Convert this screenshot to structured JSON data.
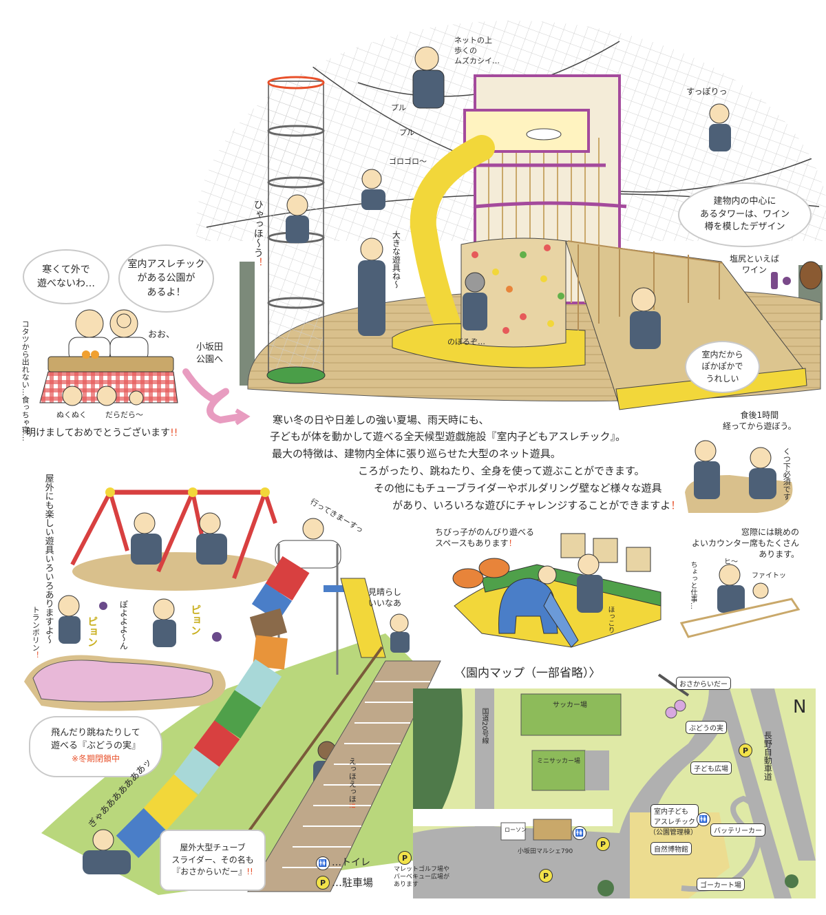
{
  "intro": {
    "bubble_left": "寒くて外で\n遊べないわ…",
    "bubble_right": "室内アスレチック\nがある公園が\nあるよ！",
    "kotatsu_side": "コタツから出れない…食っちゃ寝…",
    "dad_reaction": "おお、",
    "nukunuku": "ぬくぬく",
    "daradara": "だらだら〜",
    "new_year": "明けましておめでとうございます",
    "new_year_mark": "!!",
    "to_park": "小坂田\n公園へ"
  },
  "indoor": {
    "net_walk": "ネットの上\n歩くの\nムズカシイ…",
    "puru1": "プル",
    "puru2": "プル",
    "suppori": "すっぽりっ",
    "gorogoro": "ゴロゴロ〜",
    "hyahho": "ひゃっほ〜う",
    "hyahho_mark": "！",
    "big_equipment": "大きな遊具ね〜",
    "noboru": "のぼるぞ…",
    "tower_bubble": "建物内の中心に\nあるタワーは、ワイン\n樽を模したデザイン",
    "shiojiri": "塩尻といえば\nワイン",
    "warm_bubble": "室内だから\nぽかぽかで\nうれしい"
  },
  "description": {
    "lines": [
      "寒い冬の日や日差しの強い夏場、雨天時にも、",
      "子どもが体を動かして遊べる全天候型遊戯施設『室内子どもアスレチック』。",
      "最大の特徴は、建物内全体に張り巡らせた大型のネット遊具。",
      "ころがったり、跳ねたり、全身を使って遊ぶことができます。",
      "その他にもチューブライダーやボルダリング壁など様々な遊具",
      "があり、いろいろな遊びにチャレンジすることができますよ"
    ],
    "end_mark": "！"
  },
  "side": {
    "after_meal": "食後1時間\n経ってから遊ぼう。",
    "socks": "くつ下必須です",
    "counter": "窓際には眺めの\nよいカウンター席もたくさん\nあります。",
    "fight": "ファイトッ",
    "hee": "ヒ〜",
    "work": "ちょっと仕事…",
    "kids_space": "ちびっ子がのんびり遊べる\nスペースもあります",
    "kids_space_mark": "！",
    "hokkori": "ほっこり"
  },
  "outdoor": {
    "outdoor_fun": "屋外にも楽しい遊具いろいろありますよ〜",
    "ittekimasu": "行ってきまーすっ",
    "view": "見晴らし\nいいなあ",
    "trampoline": "トランポリン",
    "trampoline_mark": "！",
    "pyon1": "ピョン",
    "poyoyo": "ぽよよよ〜ん",
    "pyon2": "ピョン",
    "budou_bubble": "飛んだり跳ねたりして\n遊べる『ぶどうの実』",
    "budou_note": "※冬期閉鎖中",
    "scream": "ぎゃあああああああッ",
    "eho": "えっほえっほ",
    "eho_mark": "!!",
    "slider_bubble": "屋外大型チューブ\nスライダー、その名も\n『おさからいだー』",
    "slider_mark": "!!"
  },
  "legend": {
    "toilet_icon": "🚻",
    "toilet": "…トイレ",
    "parking_icon": "P",
    "parking": "…駐車場"
  },
  "map": {
    "title": "〈園内マップ（一部省略）〉",
    "labels": {
      "osakaraider": "おさからいだー",
      "budou": "ぶどうの実",
      "soccer": "サッカー場",
      "route20": "国道20号線",
      "mini_soccer": "ミニサッカー場",
      "kids_plaza": "子ども広場",
      "expressway": "長野自動車道",
      "indoor_athletic": "室内子ども\nアスレチック",
      "management": "（公園管理棟）",
      "museum": "自然博物館",
      "battery_car": "バッテリーカー",
      "gokart": "ゴーカート場",
      "lawson": "ローソン",
      "marche": "小坂田マルシェ790",
      "mallet_golf": "マレットゴルフ場や\nバーベキュー広場が\nあります",
      "parking": "P",
      "toilet": "🚻",
      "north": "N"
    }
  },
  "colors": {
    "net": "#d8d8d8",
    "floor": "#d9c08c",
    "tower": "#a44a9c",
    "slide_yellow": "#f2d73a",
    "grass": "#b9d77c",
    "map_green": "#dfe9a6",
    "accent_red": "#e8502a"
  }
}
